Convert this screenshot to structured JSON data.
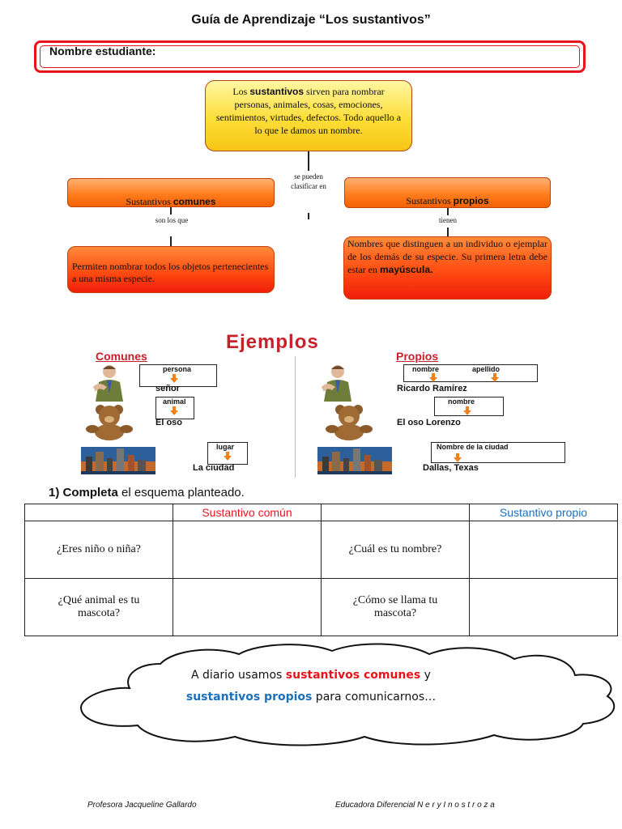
{
  "title": "Guía de Aprendizaje “Los sustantivos”",
  "student_label": "Nombre estudiante:",
  "definition": {
    "prefix": "Los ",
    "keyword": "sustantivos",
    "rest": " sirven para nombrar personas, animales, cosas, emociones, sentimientos, virtudes, defectos. Todo aquello a lo que le damos un nombre."
  },
  "classify_label": "se pueden clasificar en",
  "comunes": {
    "prefix": "Sustantivos ",
    "keyword": "comunes",
    "connector": "son los que",
    "description": "Permiten nombrar todos los objetos pertenecientes a una misma especie."
  },
  "propios": {
    "prefix": "Sustantivos ",
    "keyword": "propios",
    "connector": "tienen",
    "description": "Nombres que distinguen a un individuo o ejemplar de los demás de su especie. Su primera letra debe estar en ",
    "description_bold": "mayúscula."
  },
  "examples": {
    "title": "Ejemplos",
    "comunes_head": "Comunes",
    "propios_head": "Propios",
    "comunes": [
      {
        "label": "persona",
        "word": "señor"
      },
      {
        "label": "animal",
        "word": "El oso"
      },
      {
        "label": "lugar",
        "word": "La ciudad"
      }
    ],
    "propios": [
      {
        "label_a": "nombre",
        "label_b": "apellido",
        "word": "Ricardo Ramírez"
      },
      {
        "label_a": "nombre",
        "word": "El oso Lorenzo"
      },
      {
        "label_a": "Nombre de la ciudad",
        "word": "Dallas, Texas"
      }
    ]
  },
  "instruction": {
    "number": "1)",
    "bold": "Completa",
    "rest": " el esquema planteado."
  },
  "table": {
    "header_comun": "Sustantivo común",
    "header_propio": "Sustantivo propio",
    "rows": [
      {
        "q_comun": "¿Eres niño o niña?",
        "q_propio": "¿Cuál es tu nombre?"
      },
      {
        "q_comun": "¿Qué animal es tu mascota?",
        "q_propio": "¿Cómo se llama tu mascota?"
      }
    ]
  },
  "cloud": {
    "part1": "A diario usamos ",
    "red": "sustantivos comunes",
    "part2": " y",
    "blue": "sustantivos  propios",
    "part3": " para comunicarnos…"
  },
  "footer": {
    "left": "Profesora Jacqueline Gallardo",
    "right": "Educadora Diferencial N e r y  I n o s t r o z a"
  },
  "colors": {
    "red": "#e8141b",
    "blue": "#1a6fbf",
    "yellow": "#fdde38",
    "orange": "#ff7a1a"
  }
}
